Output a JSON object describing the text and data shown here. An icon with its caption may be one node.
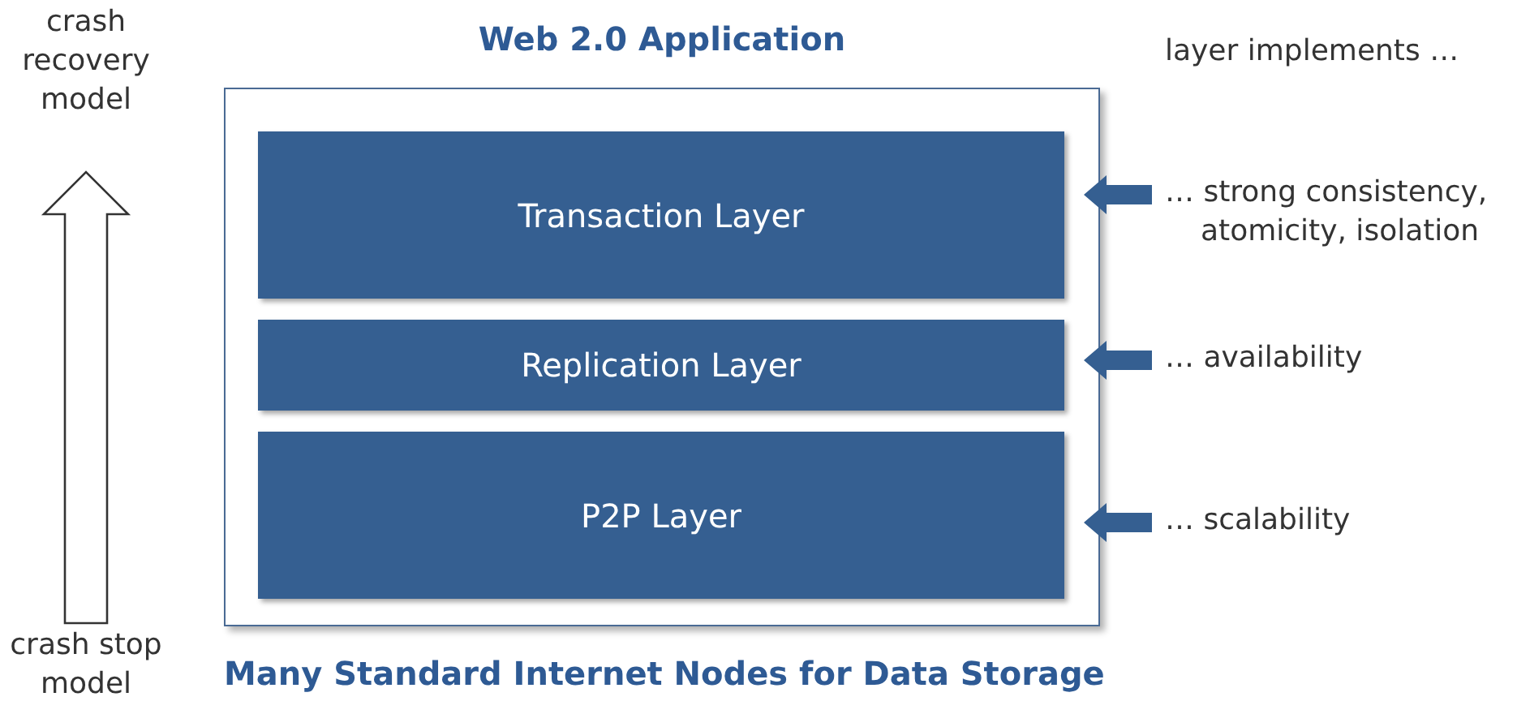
{
  "diagram": {
    "nodes": [
      {
        "text": [
          "crash recovery model"
        ]
      },
      {
        "text": [
          "Web 2.0 Application",
          "Many Standard Internet Nodes for Data Storage"
        ]
      },
      {
        "text": [
          "Transaction Layer"
        ],
        "in": 1
      },
      {
        "text": [
          "Replication Layer"
        ],
        "in": 1
      },
      {
        "text": [
          "P2P Layer"
        ],
        "in": 1
      },
      {
        "text": [
          "… strong consistency, atomicity, isolation"
        ]
      },
      {
        "text": [
          "… availability"
        ]
      },
      {
        "text": [
          "… scalability"
        ]
      },
      {
        "text": [
          "crash stop model"
        ]
      }
    ],
    "edges": [
      {
        "from": 8,
        "to": 0,
        "arrow": "to"
      },
      {
        "from": 5,
        "to": 2,
        "arrow": "to",
        "style": "thick",
        "color": "#355f91"
      },
      {
        "from": 6,
        "to": 3,
        "arrow": "to",
        "style": "thick",
        "color": "#355f91"
      },
      {
        "from": 7,
        "to": 4,
        "arrow": "to",
        "style": "thick",
        "color": "#355f91"
      }
    ],
    "labels": [
      "layer implements …"
    ]
  }
}
